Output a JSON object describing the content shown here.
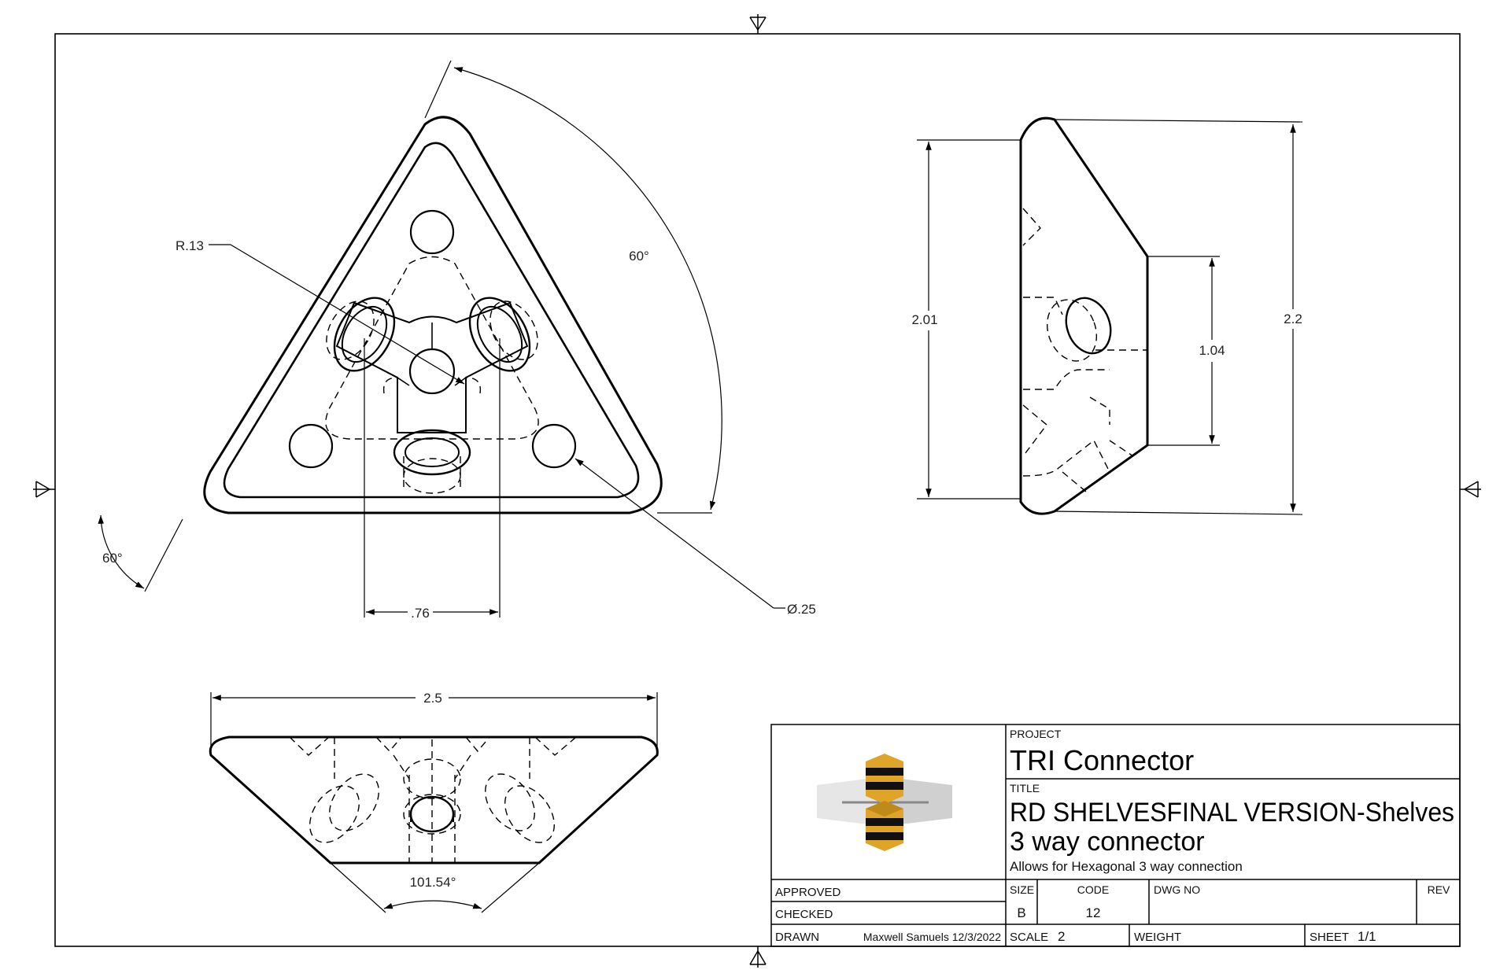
{
  "dimensions": {
    "top_angle": "60°",
    "radius": "R.13",
    "left_angle": "60°",
    "hole_spacing": ".76",
    "hole_diameter": "Ø.25",
    "side_height_inner": "2.01",
    "side_height_mid": "1.04",
    "side_height_outer": "2.2",
    "front_width": "2.5",
    "front_angle": "101.54°"
  },
  "title_block": {
    "project_label": "PROJECT",
    "project": "TRI Connector",
    "title_label": "TITLE",
    "title_line1": "RD SHELVESFINAL VERSION-Shelves",
    "title_line2": "3 way connector",
    "description": "Allows for Hexagonal 3 way connection",
    "approved_label": "APPROVED",
    "checked_label": "CHECKED",
    "drawn_label": "DRAWN",
    "drawn_by": "Maxwell Samuels 12/3/2022",
    "size_label": "SIZE",
    "size": "B",
    "code_label": "CODE",
    "code": "12",
    "dwg_no_label": "DWG NO",
    "rev_label": "REV",
    "scale_label": "SCALE",
    "scale": "2",
    "weight_label": "WEIGHT",
    "sheet_label": "SHEET",
    "sheet": "1/1"
  },
  "colors": {
    "line": "#000000",
    "logo_gold": "#e0a528",
    "logo_black": "#111111",
    "logo_grey": "#d9d9d9"
  },
  "icons": {
    "logo": "honeycomb-bee-logo",
    "centering_marks": "arrow-centering-mark"
  }
}
